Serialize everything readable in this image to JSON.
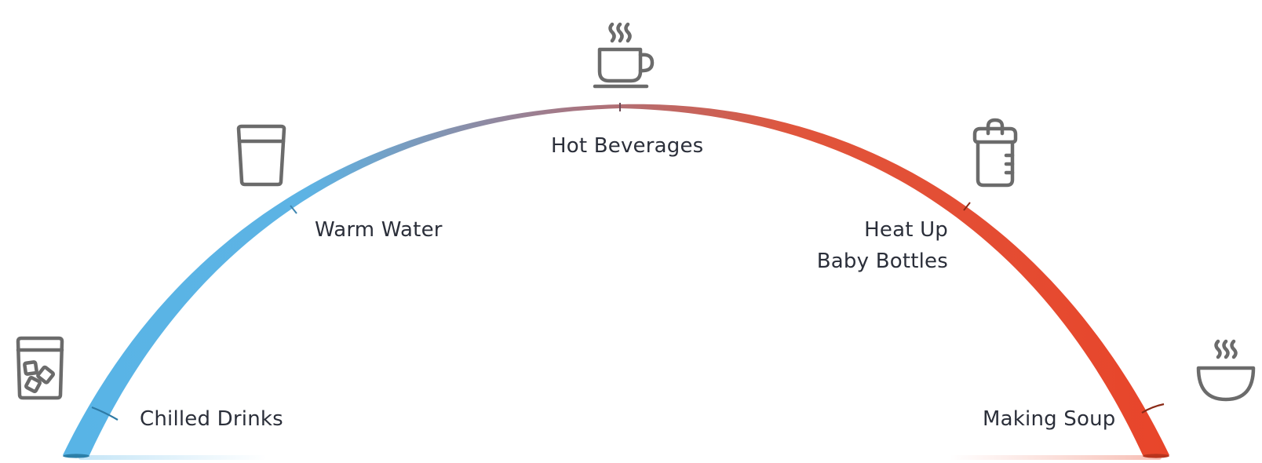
{
  "arc": {
    "gradient_colors": [
      "#58b4e6",
      "#5db3e4",
      "#a9747f",
      "#e0553c",
      "#e8452a"
    ]
  },
  "stops": [
    {
      "id": "chilled-drinks",
      "label_lines": [
        "Chilled Drinks"
      ],
      "icon": "iced-glass-icon"
    },
    {
      "id": "warm-water",
      "label_lines": [
        "Warm Water"
      ],
      "icon": "water-glass-icon"
    },
    {
      "id": "hot-beverages",
      "label_lines": [
        "Hot Beverages"
      ],
      "icon": "steaming-cup-icon"
    },
    {
      "id": "baby-bottles",
      "label_lines": [
        "Heat Up",
        "Baby Bottles"
      ],
      "icon": "baby-bottle-icon"
    },
    {
      "id": "making-soup",
      "label_lines": [
        "Making Soup"
      ],
      "icon": "soup-bowl-icon"
    }
  ]
}
